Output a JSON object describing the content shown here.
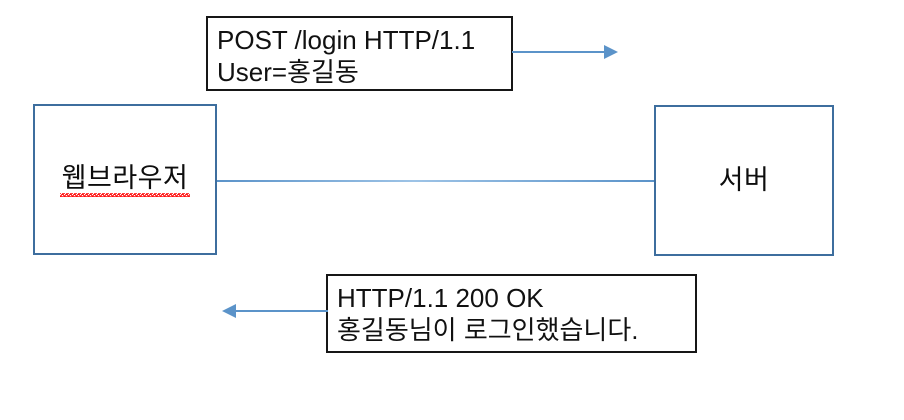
{
  "diagram": {
    "title": "HTTP request/response between web browser and server",
    "background_color": "#ffffff",
    "node_border_color": "#3d6e9e",
    "msg_border_color": "#161616",
    "arrow_color": "#5b93c9",
    "spellcheck_underline_color": "#ff0000",
    "nodes": [
      {
        "id": "browser",
        "label": "웹브라우저",
        "spellchecked": true
      },
      {
        "id": "server",
        "label": "서버",
        "spellchecked": false
      }
    ],
    "messages": [
      {
        "id": "request",
        "direction": "right",
        "lines": [
          "POST /login HTTP/1.1",
          "User=홍길동"
        ]
      },
      {
        "id": "response",
        "direction": "left",
        "lines": [
          "HTTP/1.1 200 OK",
          "홍길동님이 로그인했습니다."
        ]
      }
    ]
  }
}
